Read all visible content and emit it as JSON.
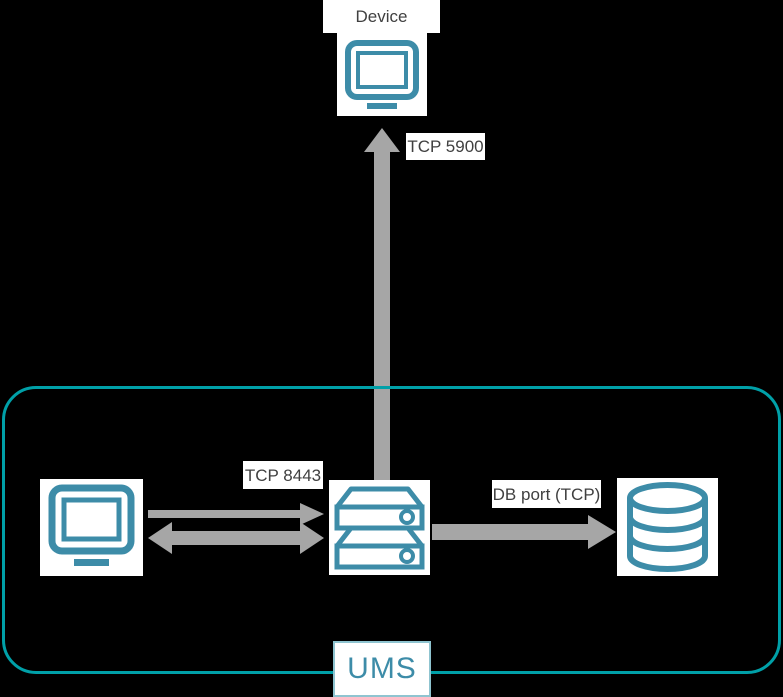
{
  "diagram": {
    "title": "UMS connection / port diagram",
    "background_color": "#000000",
    "colors": {
      "boundary_teal": "#00a0a8",
      "icon_teal": "#3d8ca8",
      "arrow_gray": "#a6a6a6",
      "label_text": "#404040",
      "plate_white": "#ffffff"
    }
  },
  "nodes": {
    "device": {
      "label": "Device",
      "icon": "monitor-icon"
    },
    "client": {
      "label": "",
      "icon": "monitor-icon"
    },
    "server": {
      "label": "",
      "icon": "server-icon"
    },
    "database": {
      "label": "",
      "icon": "database-icon"
    }
  },
  "boundary": {
    "name": "UMS",
    "badge_label": "UMS"
  },
  "connections": [
    {
      "id": "device-to-server",
      "label": "TCP 5900",
      "direction": "up",
      "style": "single-arrow-thick",
      "from": "server",
      "to": "device"
    },
    {
      "id": "client-to-server-thin",
      "label": "TCP 8443",
      "direction": "right",
      "style": "single-arrow-thin",
      "from": "client",
      "to": "server"
    },
    {
      "id": "client-to-server-thick",
      "label": "",
      "direction": "bidirectional",
      "style": "double-arrow-thick",
      "from": "client",
      "to": "server"
    },
    {
      "id": "server-to-database",
      "label": "DB port (TCP)",
      "direction": "right",
      "style": "single-arrow-thick",
      "from": "server",
      "to": "database"
    }
  ]
}
